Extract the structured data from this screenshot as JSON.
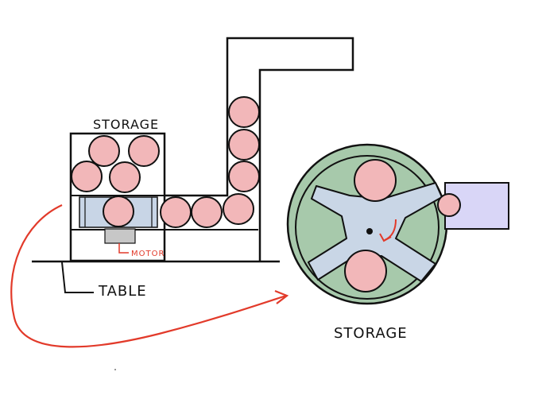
{
  "labels": {
    "storage_left": "STORAGE",
    "motor": "MOTOR",
    "table": "TABLE",
    "storage_right": "STORAGE"
  },
  "colors": {
    "ball_fill": "#f2b7b9",
    "ball_stroke": "#111111",
    "storage_green": "#a7c9ab",
    "rotor_blue": "#c9d6e6",
    "conveyor_blue": "#c8d5e6",
    "motor_grey": "#c7c7c7",
    "output_lavender": "#d9d6f7",
    "arrow_red": "#e23a2a",
    "line": "#111111"
  },
  "icons": {
    "rotation_arrow": "curved-arrow-icon",
    "transfer_arrow": "curved-arrow-icon"
  }
}
